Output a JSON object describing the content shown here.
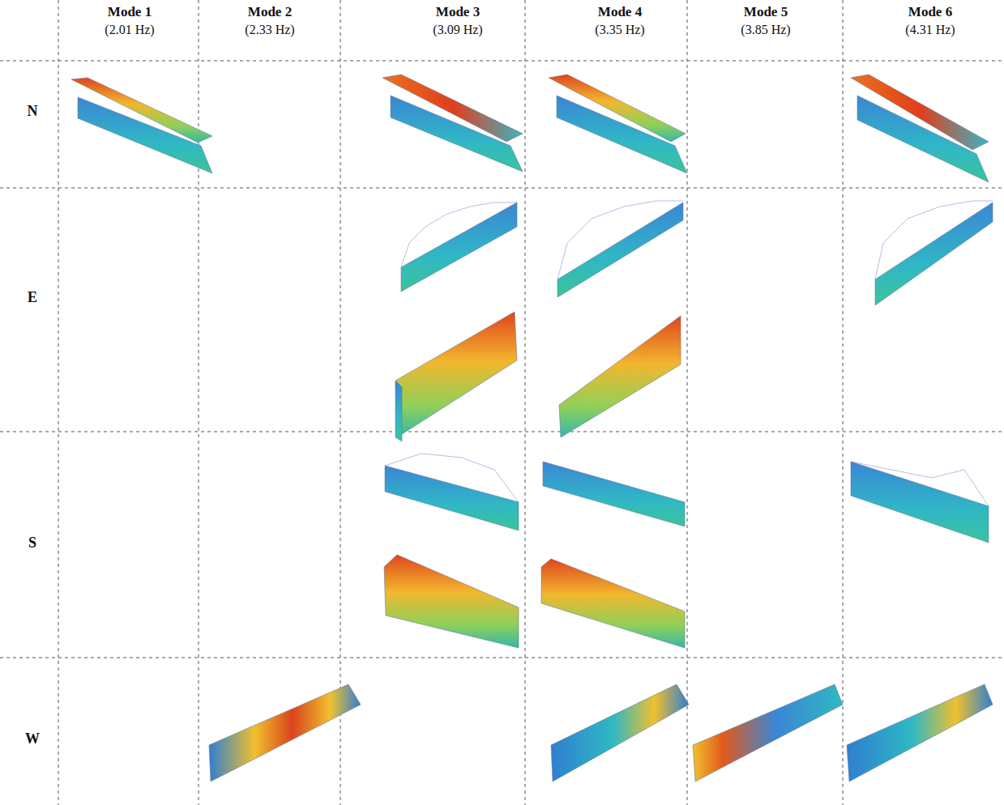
{
  "diagram": {
    "labels": [
      "Mode 1",
      "(2.01 Hz)",
      "Mode 2",
      "(2.33 Hz)",
      "Mode 3",
      "(3.09 Hz)",
      "Mode 4",
      "(3.35 Hz)",
      "Mode 5",
      "(3.85 Hz)",
      "Mode 6",
      "(4.31 Hz)",
      "N",
      "E",
      "S",
      "W"
    ]
  }
}
